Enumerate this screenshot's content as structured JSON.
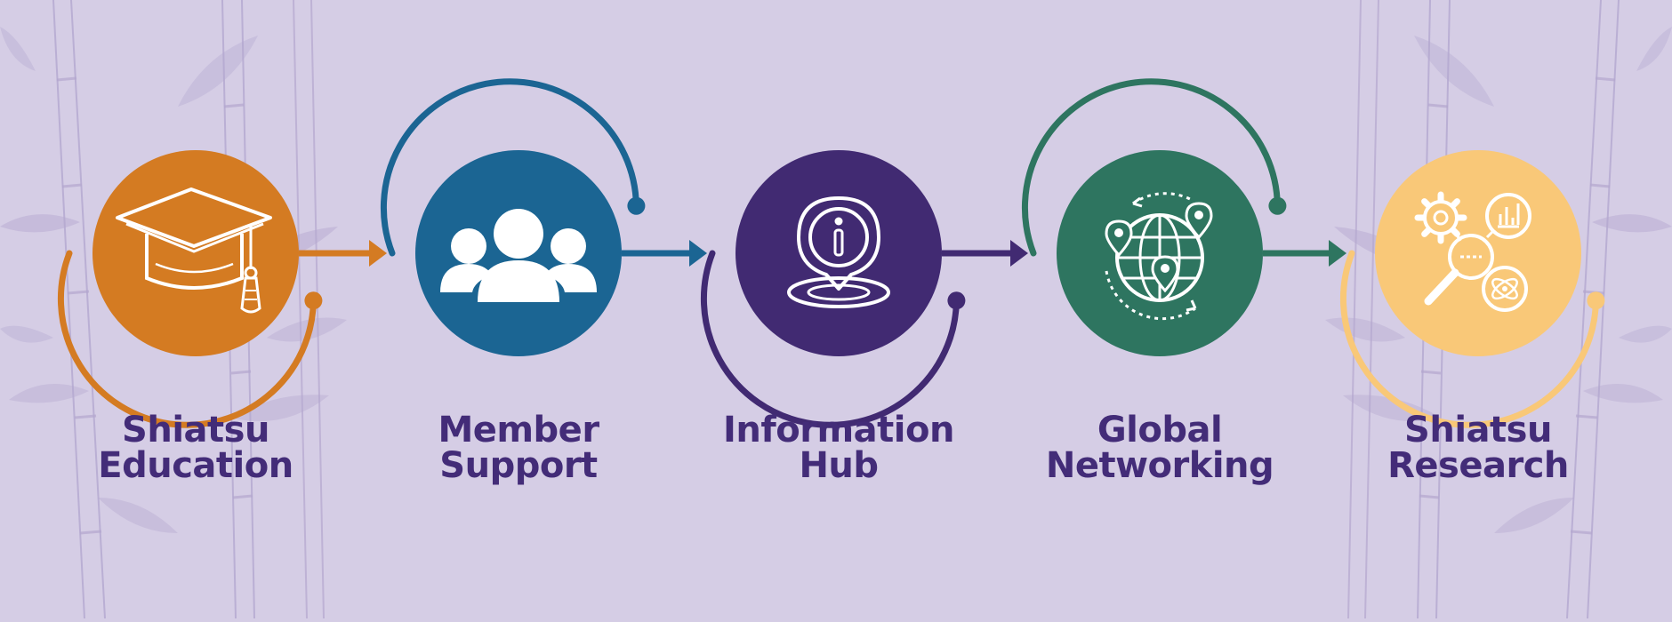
{
  "palette": {
    "background": "#d5cde5",
    "label_text": "#432c78",
    "bamboo_sketch": "#b3a7cf"
  },
  "steps": [
    {
      "line1": "Shiatsu",
      "line2": "Education",
      "color": "#d47b22",
      "icon": "graduation-cap-icon"
    },
    {
      "line1": "Member",
      "line2": "Support",
      "color": "#1b6593",
      "icon": "people-group-icon"
    },
    {
      "line1": "Information",
      "line2": "Hub",
      "color": "#412a72",
      "icon": "info-location-pin-icon"
    },
    {
      "line1": "Global",
      "line2": "Networking",
      "color": "#2e7560",
      "icon": "globe-network-icon"
    },
    {
      "line1": "Shiatsu",
      "line2": "Research",
      "color": "#f9c878",
      "icon": "research-magnifier-gear-icon"
    }
  ]
}
